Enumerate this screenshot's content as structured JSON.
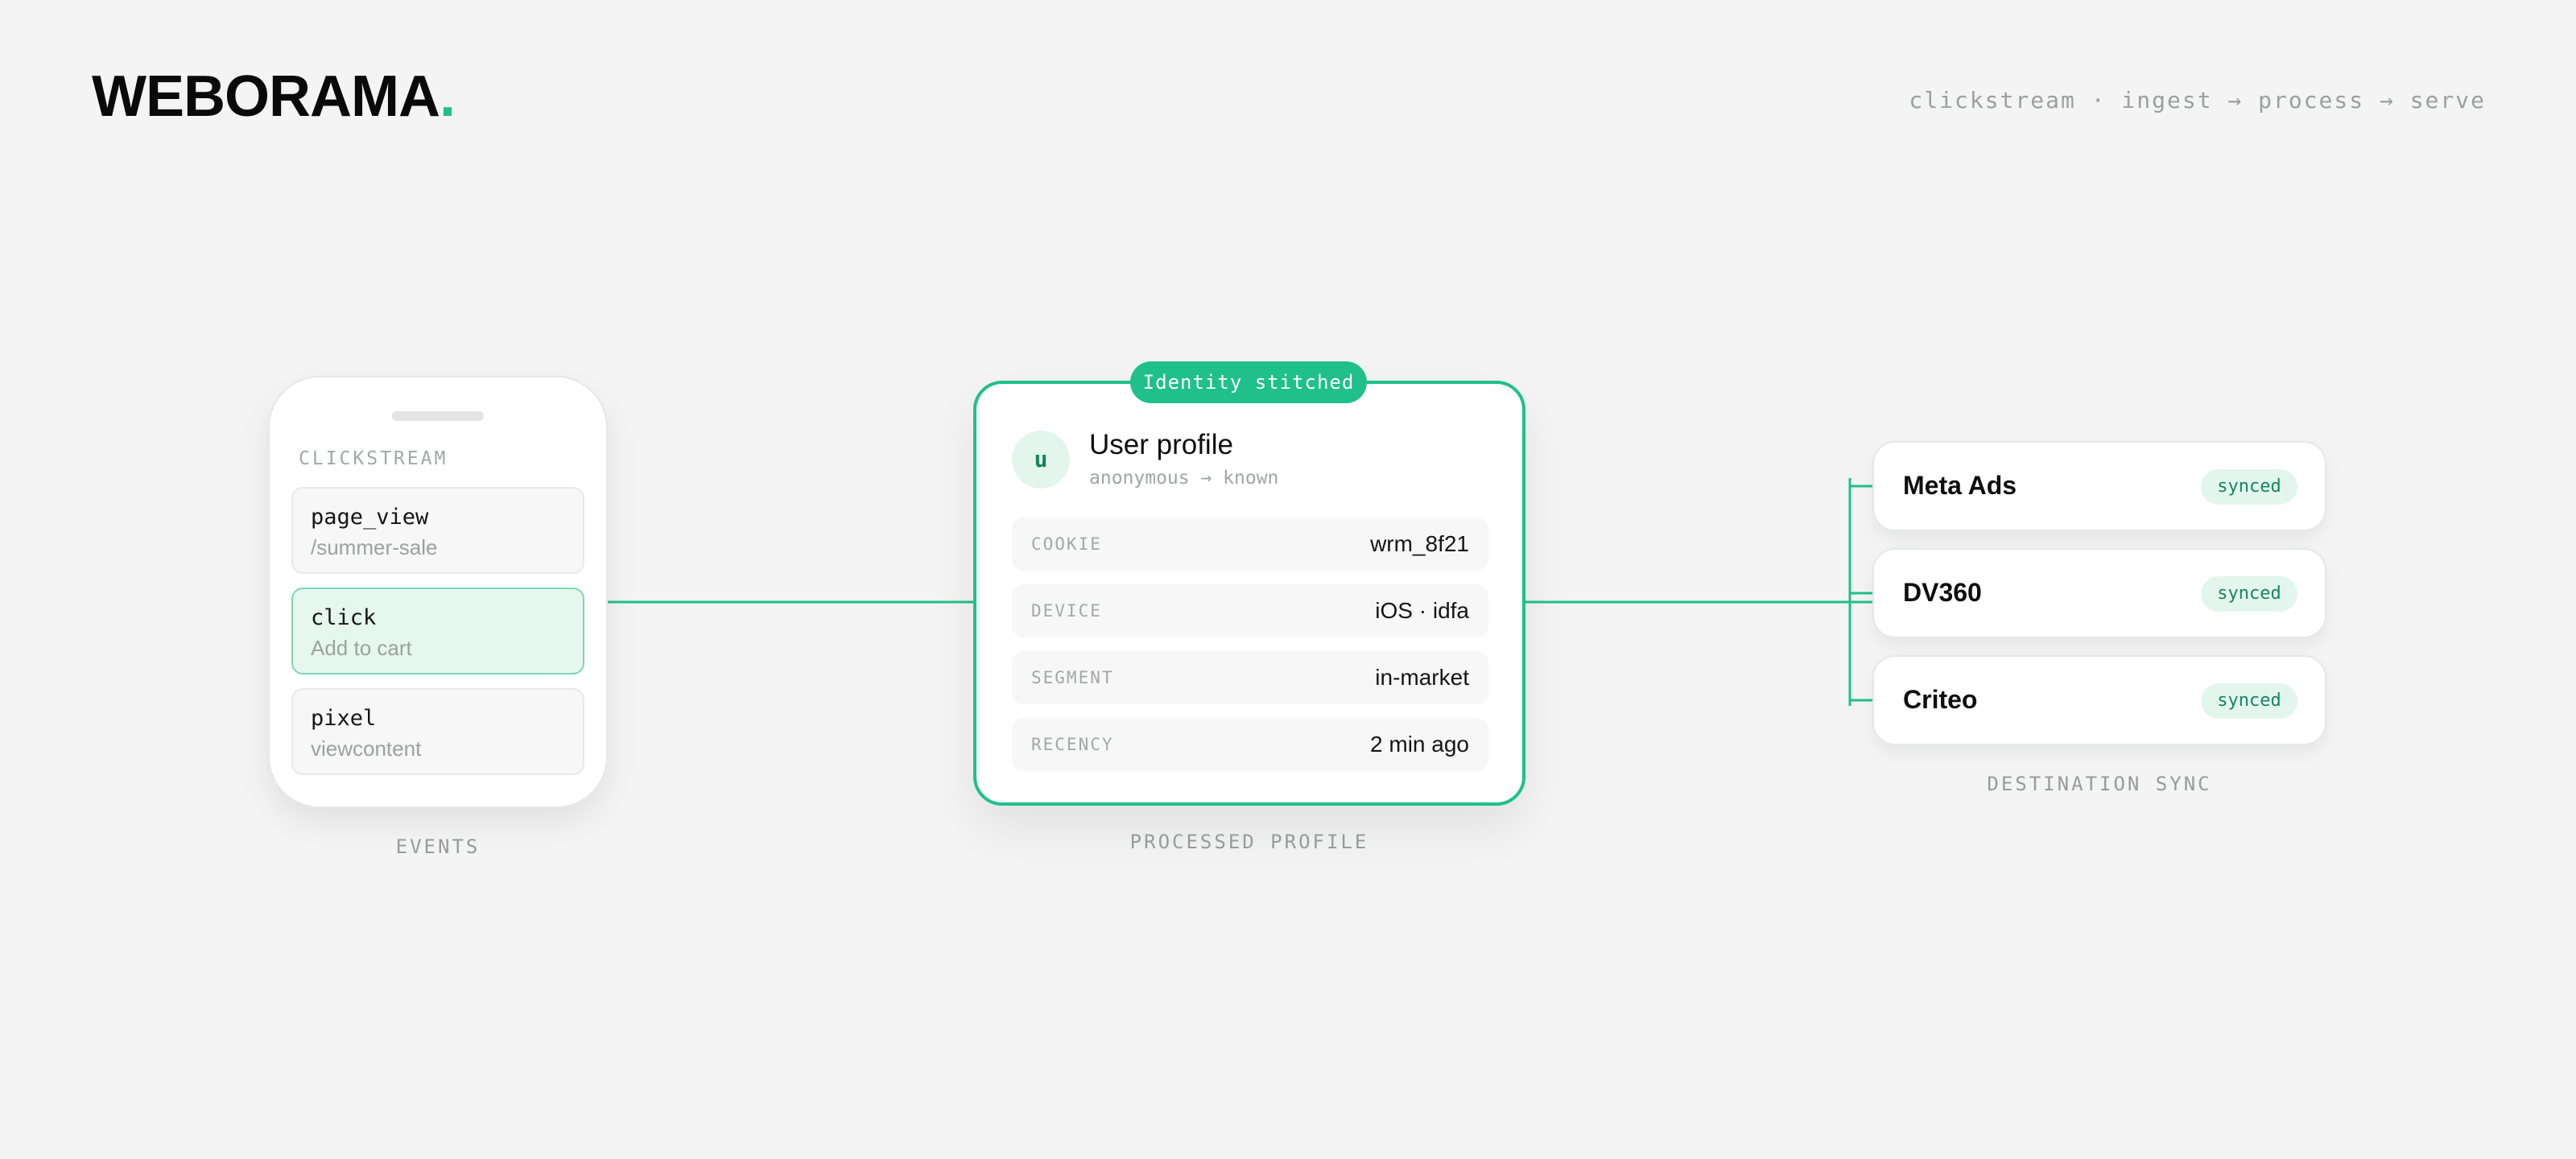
{
  "header": {
    "brand": "WEBORAMA",
    "brand_dot": ".",
    "tagline": "clickstream · ingest → process → serve"
  },
  "colors": {
    "accent": "#1fc08a",
    "accent_dark": "#16855f",
    "accent_soft": "#e3f6ee",
    "background": "#f3f4f3"
  },
  "events_panel": {
    "caption": "CLICKSTREAM",
    "label": "EVENTS",
    "events": [
      {
        "name": "page_view",
        "detail": "/summer-sale",
        "active": false
      },
      {
        "name": "click",
        "detail": "Add to cart",
        "active": true
      },
      {
        "name": "pixel",
        "detail": "viewcontent",
        "active": false
      }
    ]
  },
  "profile": {
    "badge": "Identity stitched",
    "avatar_letter": "u",
    "title": "User profile",
    "subtitle": "anonymous → known",
    "label": "PROCESSED PROFILE",
    "attributes": [
      {
        "key": "COOKIE",
        "value": "wrm_8f21"
      },
      {
        "key": "DEVICE",
        "value": "iOS · idfa"
      },
      {
        "key": "SEGMENT",
        "value": "in-market"
      },
      {
        "key": "RECENCY",
        "value": "2 min ago"
      }
    ]
  },
  "destinations": {
    "label": "DESTINATION SYNC",
    "items": [
      {
        "name": "Meta Ads",
        "status": "synced"
      },
      {
        "name": "DV360",
        "status": "synced"
      },
      {
        "name": "Criteo",
        "status": "synced"
      }
    ]
  }
}
